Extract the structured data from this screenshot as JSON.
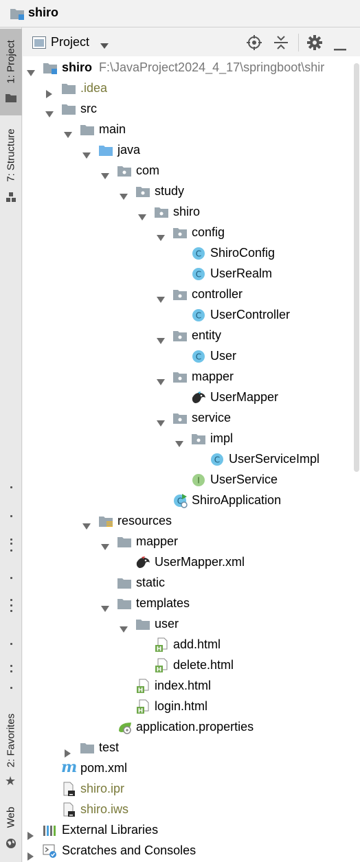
{
  "window": {
    "title": "shiro"
  },
  "side_tabs": [
    {
      "label": "1: Project",
      "icon": "folder-icon"
    },
    {
      "label": "7: Structure",
      "icon": "structure-icon"
    },
    {
      "label": "2: Favorites",
      "icon": "star-icon"
    },
    {
      "label": "Web",
      "icon": "globe-icon"
    }
  ],
  "panel": {
    "title": "Project",
    "buttons": [
      "locate-icon",
      "collapse-all-icon",
      "gear-icon",
      "minimize-icon"
    ]
  },
  "tree": {
    "root": {
      "label": "shiro",
      "path": "F:\\JavaProject2024_4_17\\springboot\\shir"
    },
    "items": [
      ".idea",
      "src",
      "main",
      "java",
      "com",
      "study",
      "shiro",
      "config",
      "ShiroConfig",
      "UserRealm",
      "controller",
      "UserController",
      "entity",
      "User",
      "mapper",
      "UserMapper",
      "service",
      "impl",
      "UserServiceImpl",
      "UserService",
      "ShiroApplication",
      "resources",
      "mapper",
      "UserMapper.xml",
      "static",
      "templates",
      "user",
      "add.html",
      "delete.html",
      "index.html",
      "login.html",
      "application.properties",
      "test",
      "pom.xml",
      "shiro.ipr",
      "shiro.iws",
      "External Libraries",
      "Scratches and Consoles"
    ]
  }
}
